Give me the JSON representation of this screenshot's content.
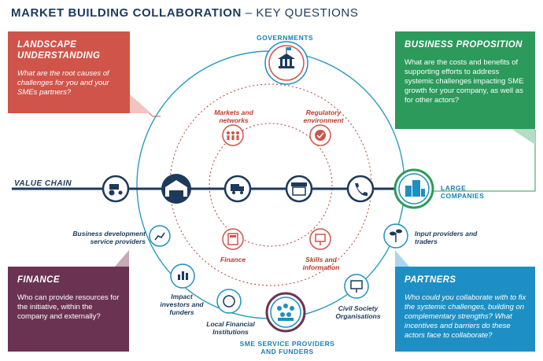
{
  "title": {
    "bold": "MARKET BUILDING COLLABORATION",
    "rest": " – KEY QUESTIONS"
  },
  "colors": {
    "navy": "#1d3a5c",
    "teal": "#2a9bbf",
    "red": "#d0544a",
    "green": "#2b9a5b",
    "plum": "#6b3352",
    "blue": "#1e8fc4"
  },
  "boxes": {
    "landscape": {
      "heading": "LANDSCAPE UNDERSTANDING",
      "text": "What are the root causes of challenges for you and your SMEs partners?"
    },
    "business": {
      "heading": "BUSINESS PROPOSITION",
      "text": "What are the costs and benefits of supporting efforts to address systemic challenges impacting SME growth for your company, as well as for other actors?"
    },
    "finance": {
      "heading": "FINANCE",
      "text": "Who can provide resources for the initiative, within the company and externally?"
    },
    "partners": {
      "heading": "PARTNERS",
      "text": "Who could you collaborate with to fix the systemic challenges, building on complementary strengths? What incentives and barriers do these actors face to collaborate?"
    }
  },
  "labels": {
    "governments": "GOVERNMENTS",
    "value_chain": "VALUE CHAIN",
    "large_companies": "LARGE COMPANIES",
    "sme_service": "SME SERVICE PROVIDERS AND FUNDERS",
    "markets": "Markets and networks",
    "regulatory": "Regulatory environment",
    "finance_inner": "Finance",
    "skills": "Skills and information",
    "bds": "Business development service providers",
    "input": "Input providers and traders",
    "impact": "Impact investors and funders",
    "local": "Local Financial Institutions",
    "civil": "Civil Society Organisations"
  },
  "icons": [
    "government-building-icon",
    "tractor-icon",
    "warehouse-icon",
    "truck-icon",
    "shop-icon",
    "phone-tools-icon",
    "office-buildings-icon",
    "people-icon",
    "checkmark-icon",
    "calculator-icon",
    "presentation-icon",
    "growth-chart-icon",
    "plant-icon",
    "bar-chart-icon",
    "coin-icon",
    "group-icon",
    "board-icon"
  ]
}
